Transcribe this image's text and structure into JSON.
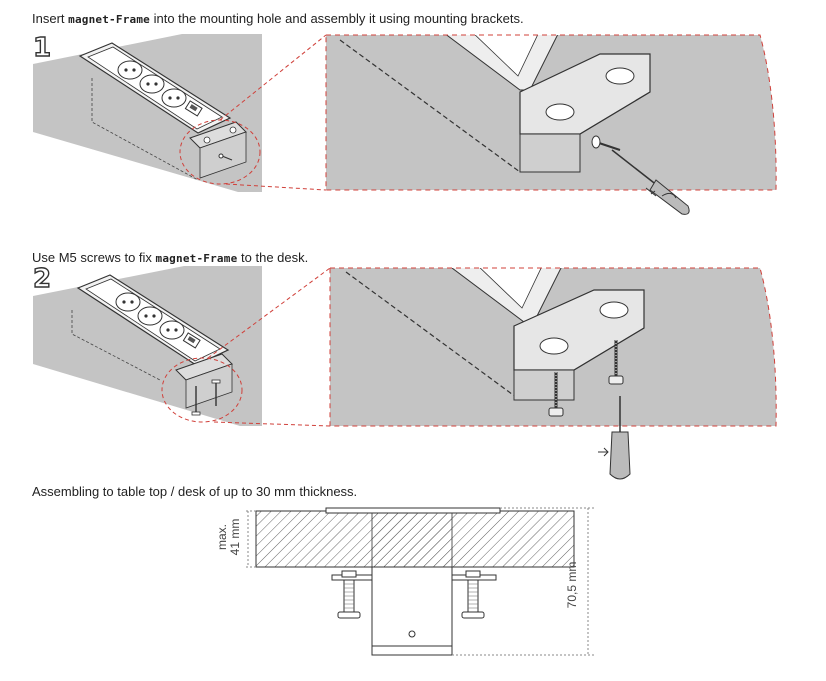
{
  "step1": {
    "number": "1",
    "text_before": "Insert ",
    "brand": "magnet-Frame",
    "text_after": " into the mounting hole and assembly it using mounting brackets."
  },
  "step2": {
    "number": "2",
    "text_before": "Use M5 screws to fix ",
    "brand": "magnet-Frame",
    "text_after": " to the desk."
  },
  "step3": {
    "text": "Assembling to table top / desk of up to 30 mm thickness."
  },
  "dimensions": {
    "max_label_line1": "max.",
    "max_label_line2": "41 mm",
    "total_label": "70,5 mm"
  },
  "colors": {
    "desk_gray": "#c4c4c4",
    "dash_red": "#d0403a",
    "outline": "#333333"
  },
  "icons": [
    "screwdriver-icon",
    "screw-icon",
    "socket-icon",
    "usb-port-icon"
  ]
}
